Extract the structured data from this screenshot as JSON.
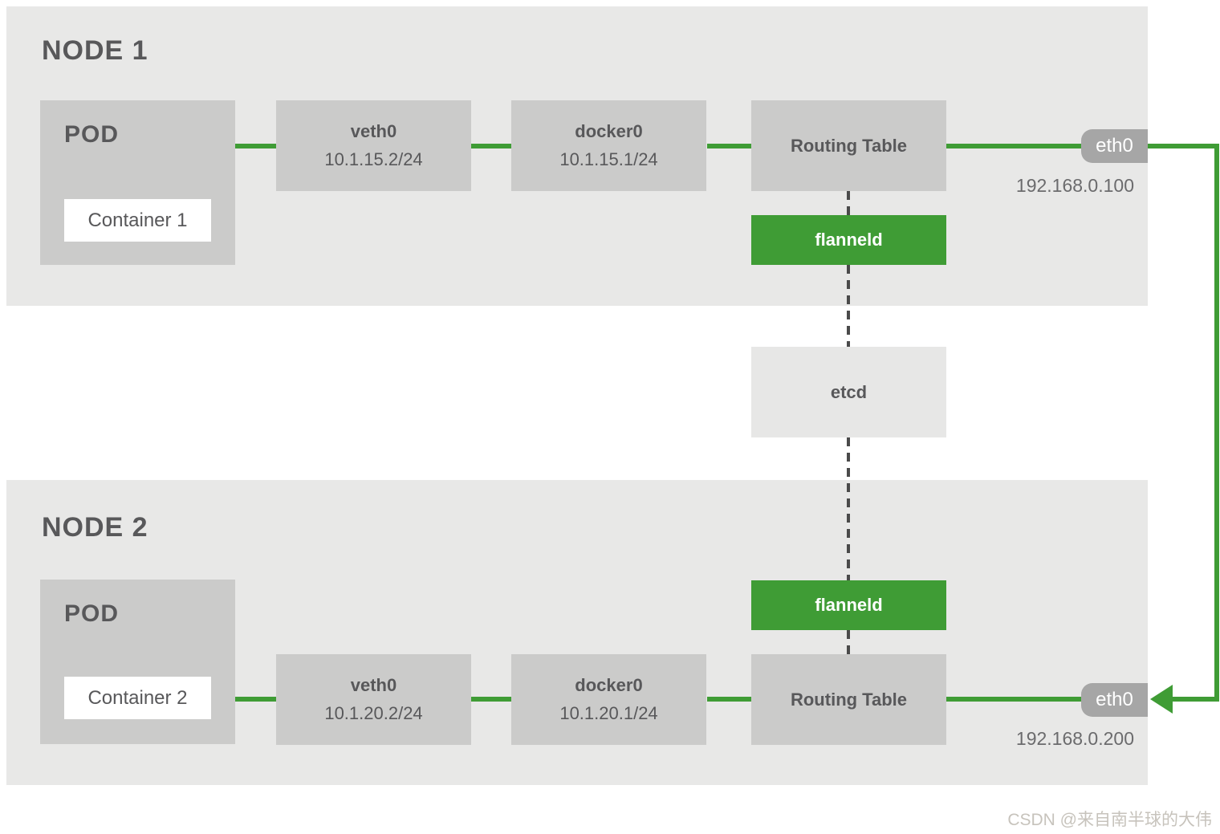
{
  "nodes": [
    {
      "title": "NODE 1",
      "pod_label": "POD",
      "container_label": "Container 1",
      "veth_name": "veth0",
      "veth_ip": "10.1.15.2/24",
      "docker_name": "docker0",
      "docker_ip": "10.1.15.1/24",
      "routing_label": "Routing Table",
      "flanneld_label": "flanneld",
      "eth_label": "eth0",
      "eth_ip": "192.168.0.100"
    },
    {
      "title": "NODE 2",
      "pod_label": "POD",
      "container_label": "Container 2",
      "veth_name": "veth0",
      "veth_ip": "10.1.20.2/24",
      "docker_name": "docker0",
      "docker_ip": "10.1.20.1/24",
      "routing_label": "Routing Table",
      "flanneld_label": "flanneld",
      "eth_label": "eth0",
      "eth_ip": "192.168.0.200"
    }
  ],
  "etcd_label": "etcd",
  "watermark": "CSDN @来自南半球的大伟",
  "colors": {
    "green": "#3f9c35",
    "band": "#e8e8e7",
    "box": "#cbcbca",
    "etcd_box": "#e7e7e6",
    "eth_tab": "#a6a6a6",
    "text_dark": "#58585a",
    "dash": "#4a4a4a",
    "watermark": "#c7c3bc"
  }
}
